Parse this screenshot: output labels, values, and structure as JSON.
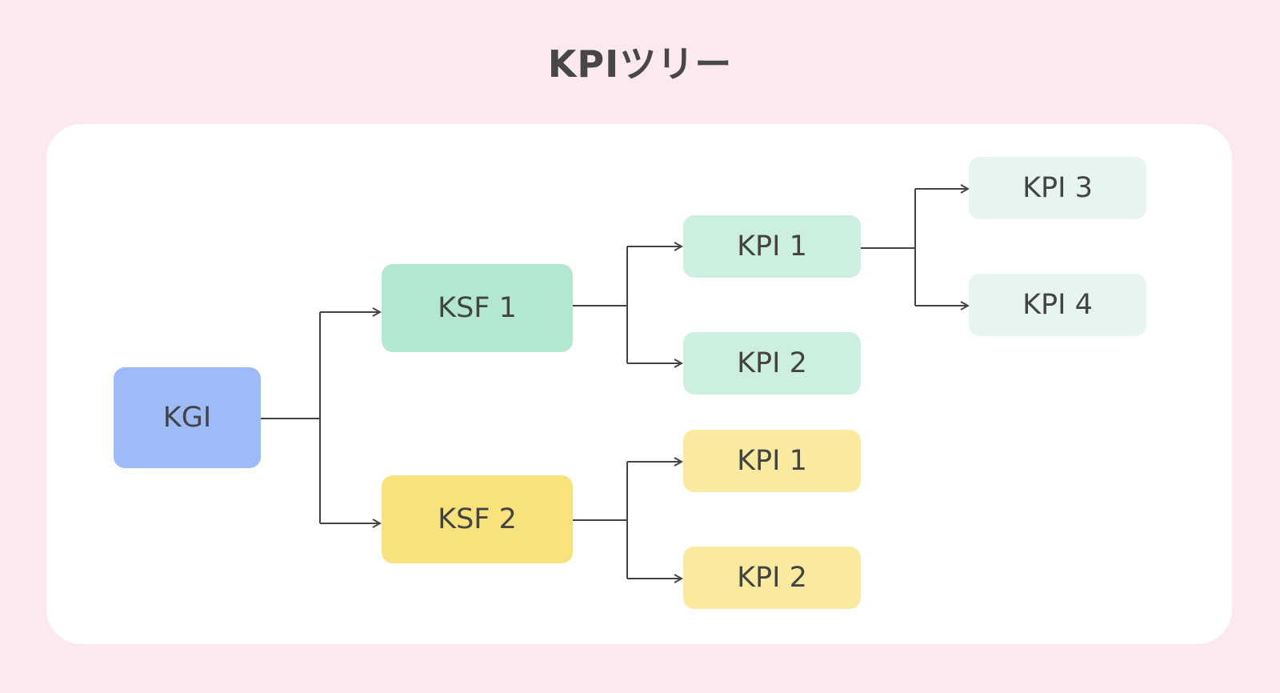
{
  "title": "KPIツリー",
  "colors": {
    "background": "#FCE9EF",
    "card": "#FFFFFF",
    "line": "#444444",
    "kgi": "#9DBAF9",
    "ksf1": "#B3E8D0",
    "ksf1_kpi": "#CCEFDF",
    "ksf1_kpi1_kpi": "#E6F6EE",
    "ksf2": "#F8E27B",
    "ksf2_kpi": "#FAEA9F"
  },
  "nodes": {
    "kgi": "KGI",
    "ksf1": "KSF 1",
    "ksf2": "KSF 2",
    "ksf1_kpi1": "KPI 1",
    "ksf1_kpi2": "KPI 2",
    "ksf1_kpi1_kpi3": "KPI 3",
    "ksf1_kpi1_kpi4": "KPI 4",
    "ksf2_kpi1": "KPI 1",
    "ksf2_kpi2": "KPI 2"
  }
}
